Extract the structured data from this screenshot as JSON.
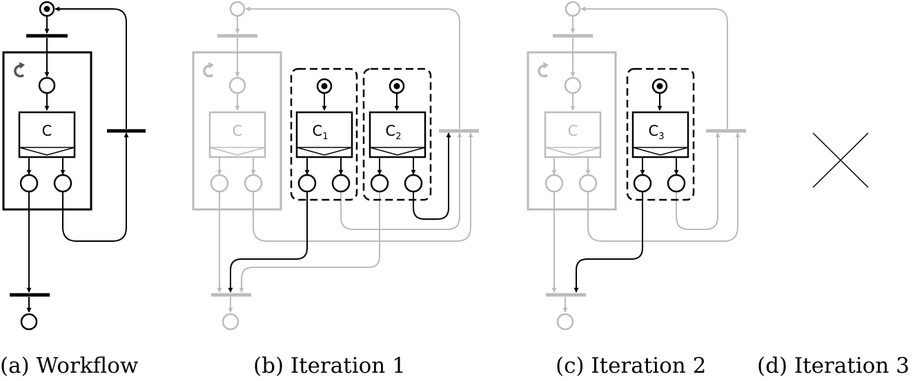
{
  "colors": {
    "active": "#000000",
    "inactive": "#bbbbbb",
    "loop_icon": "#555555"
  },
  "component_labels": {
    "c_main": "C",
    "c_iter1_first": "C",
    "c_iter1_second": "C",
    "c_iter2": "C"
  },
  "component_subscripts": {
    "iter1_first": "1",
    "iter1_second": "2",
    "iter2": "3"
  },
  "cross_mark": "x",
  "captions": {
    "a": "(a) Workflow",
    "b": "(b) Iteration 1",
    "c": "(c) Iteration 2",
    "d": "(d) Iteration 3"
  }
}
